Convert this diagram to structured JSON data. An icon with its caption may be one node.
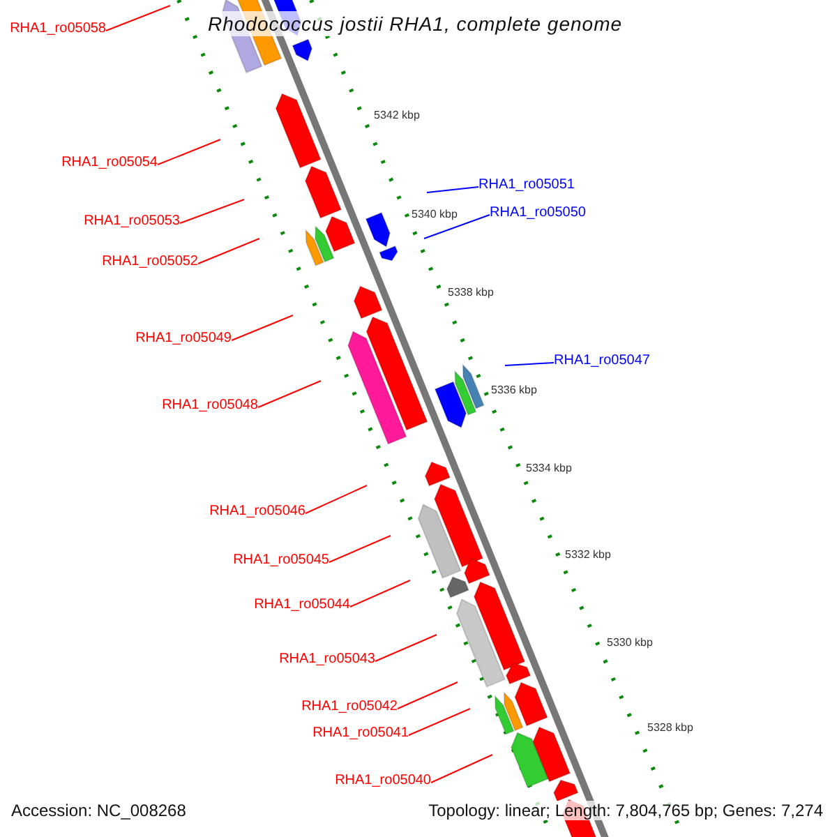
{
  "diagram": {
    "title": "Rhodococcus jostii RHA1, complete genome",
    "nodes": [
      {
        "text": [
          "RHA1_ro05058"
        ]
      },
      {
        "text": [
          "RHA1_ro05054"
        ]
      },
      {
        "text": [
          "RHA1_ro05051"
        ]
      },
      {
        "text": [
          "RHA1_ro05053"
        ]
      },
      {
        "text": [
          "RHA1_ro05050"
        ]
      },
      {
        "text": [
          "RHA1_ro05052"
        ]
      },
      {
        "text": [
          "RHA1_ro05049"
        ]
      },
      {
        "text": [
          "RHA1_ro05047"
        ]
      },
      {
        "text": [
          "RHA1_ro05048"
        ]
      },
      {
        "text": [
          "RHA1_ro05046"
        ]
      },
      {
        "text": [
          "RHA1_ro05045"
        ]
      },
      {
        "text": [
          "RHA1_ro05044"
        ]
      },
      {
        "text": [
          "RHA1_ro05043"
        ]
      },
      {
        "text": [
          "RHA1_ro05042"
        ]
      },
      {
        "text": [
          "RHA1_ro05041"
        ]
      },
      {
        "text": [
          "RHA1_ro05040"
        ]
      }
    ],
    "edges": [
      {
        "from": 0,
        "to": null,
        "arrow": "none"
      },
      {
        "from": 1,
        "to": null,
        "arrow": "none"
      },
      {
        "from": 2,
        "to": null,
        "arrow": "none",
        "color": "#0000ff"
      },
      {
        "from": 3,
        "to": null,
        "arrow": "none"
      },
      {
        "from": 4,
        "to": null,
        "arrow": "none",
        "color": "#0000ff"
      },
      {
        "from": 5,
        "to": null,
        "arrow": "none"
      },
      {
        "from": 6,
        "to": null,
        "arrow": "none"
      },
      {
        "from": 7,
        "to": null,
        "arrow": "none",
        "color": "#0000ff"
      },
      {
        "from": 8,
        "to": null,
        "arrow": "none"
      },
      {
        "from": 9,
        "to": null,
        "arrow": "none"
      },
      {
        "from": 10,
        "to": null,
        "arrow": "none"
      },
      {
        "from": 11,
        "to": null,
        "arrow": "none"
      },
      {
        "from": 12,
        "to": null,
        "arrow": "none"
      },
      {
        "from": 13,
        "to": null,
        "arrow": "none"
      },
      {
        "from": 14,
        "to": null,
        "arrow": "none"
      },
      {
        "from": 15,
        "to": null,
        "arrow": "none"
      }
    ],
    "labels": [
      "5342 kbp",
      "5340 kbp",
      "5338 kbp",
      "5336 kbp",
      "5334 kbp",
      "5332 kbp",
      "5330 kbp",
      "5328 kbp",
      "Accession: NC_008268",
      "Topology: linear; Length: 7,804,765 bp; Genes: 7,274"
    ]
  }
}
